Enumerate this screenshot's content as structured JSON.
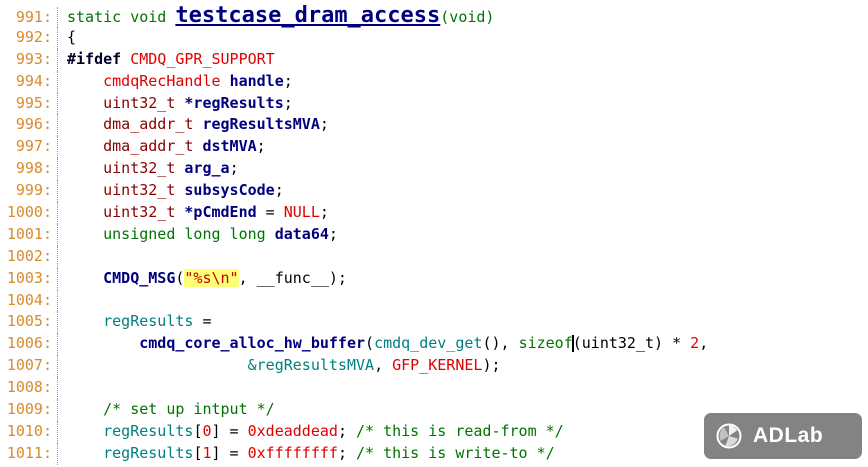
{
  "palette": {
    "plain": "#000000",
    "kw": "#007400",
    "cmt": "#007400",
    "type": "#8b0000",
    "var": "#00007f",
    "fname": "#00007f",
    "red": "#e00000",
    "teal": "#008080",
    "pp": "#00002a",
    "str-fg": "#c80000",
    "str-bg": "#ffff78",
    "lineno": "#d98a2b"
  },
  "watermark": {
    "label": "ADLab"
  },
  "code": {
    "lines": [
      {
        "no": "991",
        "segments": [
          {
            "t": "static void ",
            "c": "kw"
          },
          {
            "t": "testcase_dram_access",
            "c": "fname"
          },
          {
            "t": "(void)",
            "c": "kw"
          }
        ]
      },
      {
        "no": "992",
        "segments": [
          {
            "t": "{",
            "c": "plain"
          }
        ]
      },
      {
        "no": "993",
        "segments": [
          {
            "t": "#ifdef ",
            "c": "pp"
          },
          {
            "t": "CMDQ_GPR_SUPPORT",
            "c": "red"
          }
        ]
      },
      {
        "no": "994",
        "segments": [
          {
            "t": "    ",
            "c": "plain"
          },
          {
            "t": "cmdqRecHandle",
            "c": "red"
          },
          {
            "t": " ",
            "c": "plain"
          },
          {
            "t": "handle",
            "c": "var"
          },
          {
            "t": ";",
            "c": "plain"
          }
        ]
      },
      {
        "no": "995",
        "segments": [
          {
            "t": "    ",
            "c": "plain"
          },
          {
            "t": "uint32_t ",
            "c": "type"
          },
          {
            "t": "*regResults",
            "c": "var"
          },
          {
            "t": ";",
            "c": "plain"
          }
        ]
      },
      {
        "no": "996",
        "segments": [
          {
            "t": "    ",
            "c": "plain"
          },
          {
            "t": "dma_addr_t ",
            "c": "type"
          },
          {
            "t": "regResultsMVA",
            "c": "var"
          },
          {
            "t": ";",
            "c": "plain"
          }
        ]
      },
      {
        "no": "997",
        "segments": [
          {
            "t": "    ",
            "c": "plain"
          },
          {
            "t": "dma_addr_t ",
            "c": "type"
          },
          {
            "t": "dstMVA",
            "c": "var"
          },
          {
            "t": ";",
            "c": "plain"
          }
        ]
      },
      {
        "no": "998",
        "segments": [
          {
            "t": "    ",
            "c": "plain"
          },
          {
            "t": "uint32_t ",
            "c": "type"
          },
          {
            "t": "arg_a",
            "c": "var"
          },
          {
            "t": ";",
            "c": "plain"
          }
        ]
      },
      {
        "no": "999",
        "segments": [
          {
            "t": "    ",
            "c": "plain"
          },
          {
            "t": "uint32_t ",
            "c": "type"
          },
          {
            "t": "subsysCode",
            "c": "var"
          },
          {
            "t": ";",
            "c": "plain"
          }
        ]
      },
      {
        "no": "1000",
        "segments": [
          {
            "t": "    ",
            "c": "plain"
          },
          {
            "t": "uint32_t ",
            "c": "type"
          },
          {
            "t": "*pCmdEnd",
            "c": "var"
          },
          {
            "t": " = ",
            "c": "plain"
          },
          {
            "t": "NULL",
            "c": "red"
          },
          {
            "t": ";",
            "c": "plain"
          }
        ]
      },
      {
        "no": "1001",
        "segments": [
          {
            "t": "    ",
            "c": "plain"
          },
          {
            "t": "unsigned long long ",
            "c": "kw"
          },
          {
            "t": "data64",
            "c": "var"
          },
          {
            "t": ";",
            "c": "plain"
          }
        ]
      },
      {
        "no": "1002",
        "segments": []
      },
      {
        "no": "1003",
        "segments": [
          {
            "t": "    ",
            "c": "plain"
          },
          {
            "t": "CMDQ_MSG",
            "c": "call"
          },
          {
            "t": "(",
            "c": "plain"
          },
          {
            "t": "\"%s\\n\"",
            "c": "str"
          },
          {
            "t": ", __func__",
            "c": "plain"
          },
          {
            "t": ");",
            "c": "plain"
          }
        ]
      },
      {
        "no": "1004",
        "segments": []
      },
      {
        "no": "1005",
        "segments": [
          {
            "t": "    ",
            "c": "plain"
          },
          {
            "t": "regResults",
            "c": "teal"
          },
          {
            "t": " =",
            "c": "plain"
          }
        ]
      },
      {
        "no": "1006",
        "segments": [
          {
            "t": "        ",
            "c": "plain"
          },
          {
            "t": "cmdq_core_alloc_hw_buffer",
            "c": "call"
          },
          {
            "t": "(",
            "c": "plain"
          },
          {
            "t": "cmdq_dev_get",
            "c": "teal"
          },
          {
            "t": "(), ",
            "c": "plain"
          },
          {
            "t": "sizeof",
            "c": "kw"
          },
          {
            "caret": true
          },
          {
            "t": "(uint32_t) * ",
            "c": "plain"
          },
          {
            "t": "2",
            "c": "red"
          },
          {
            "t": ",",
            "c": "plain"
          }
        ]
      },
      {
        "no": "1007",
        "segments": [
          {
            "t": "                    ",
            "c": "plain"
          },
          {
            "t": "&regResultsMVA",
            "c": "teal"
          },
          {
            "t": ", ",
            "c": "plain"
          },
          {
            "t": "GFP_KERNEL",
            "c": "red"
          },
          {
            "t": ");",
            "c": "plain"
          }
        ]
      },
      {
        "no": "1008",
        "segments": []
      },
      {
        "no": "1009",
        "segments": [
          {
            "t": "    ",
            "c": "plain"
          },
          {
            "t": "/* set up intput */",
            "c": "cmt"
          }
        ]
      },
      {
        "no": "1010",
        "segments": [
          {
            "t": "    ",
            "c": "plain"
          },
          {
            "t": "regResults",
            "c": "teal"
          },
          {
            "t": "[",
            "c": "plain"
          },
          {
            "t": "0",
            "c": "red"
          },
          {
            "t": "] = ",
            "c": "plain"
          },
          {
            "t": "0xdeaddead",
            "c": "red"
          },
          {
            "t": "; ",
            "c": "plain"
          },
          {
            "t": "/* this is read-from */",
            "c": "cmt"
          }
        ]
      },
      {
        "no": "1011",
        "segments": [
          {
            "t": "    ",
            "c": "plain"
          },
          {
            "t": "regResults",
            "c": "teal"
          },
          {
            "t": "[",
            "c": "plain"
          },
          {
            "t": "1",
            "c": "red"
          },
          {
            "t": "] = ",
            "c": "plain"
          },
          {
            "t": "0xffffffff",
            "c": "red"
          },
          {
            "t": "; ",
            "c": "plain"
          },
          {
            "t": "/* this is write-to */",
            "c": "cmt"
          }
        ]
      }
    ]
  }
}
